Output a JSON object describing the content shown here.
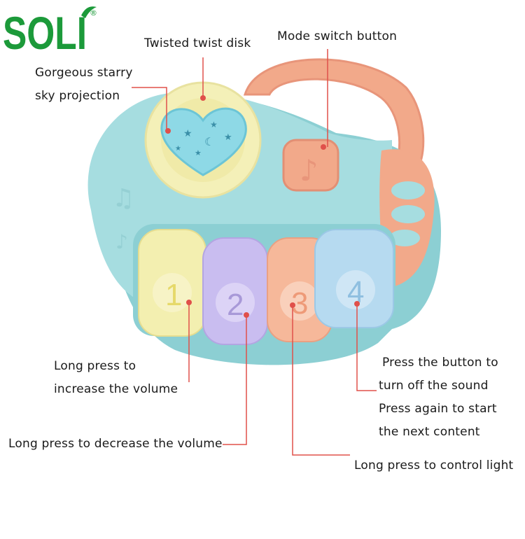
{
  "brand": {
    "logo_text": "SOLI",
    "registered_mark": "®",
    "color": "#1c9a3a"
  },
  "labels": {
    "twist_disk": "Twisted twist disk",
    "mode_switch": "Mode switch button",
    "starry_line1": "Gorgeous starry",
    "starry_line2": "sky projection",
    "increase_line1": "Long press to",
    "increase_line2": "increase the volume",
    "decrease": "Long press to decrease the volume",
    "sound_line1": "Press the button to",
    "sound_line2": "turn off the sound",
    "sound_line3": "Press again to start",
    "sound_line4": "the next content",
    "light": "Long press to control light"
  },
  "keys": [
    "1",
    "2",
    "3",
    "4"
  ],
  "colors": {
    "body": "#a6dde0",
    "body_shadow": "#8ccfd3",
    "handle": "#f2a98a",
    "disk_ring": "#f4f0b8",
    "heart": "#8ed9e6",
    "key1": "#f3efb0",
    "key2": "#c9bdf0",
    "key3": "#f6b89a",
    "key4": "#b6daf0",
    "callout_line": "#e0504a"
  }
}
